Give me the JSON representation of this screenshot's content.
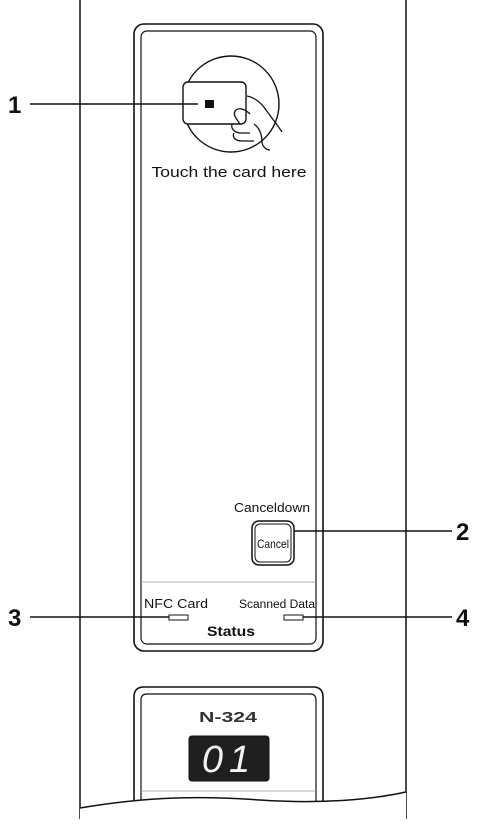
{
  "nfc_panel": {
    "prompt": "Touch the card here",
    "cancel_caption": "Canceldown",
    "cancel_button": "Cancel",
    "led_nfc_label": "NFC Card",
    "led_scanned_label": "Scanned Data",
    "status_label": "Status"
  },
  "model_panel": {
    "model_name": "N-324",
    "display_value": "01"
  },
  "callouts": [
    "1",
    "2",
    "3",
    "4"
  ],
  "colors": {
    "outline": "#111111",
    "display_bg": "#1f1f1f",
    "display_digits": "#f2f2f2"
  }
}
